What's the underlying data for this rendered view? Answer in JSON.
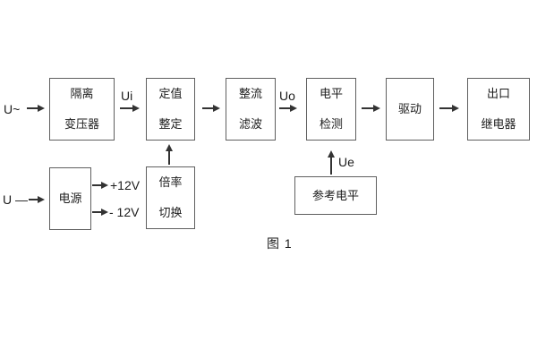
{
  "figure": {
    "caption": "图 1",
    "background_color": "#ffffff",
    "line_color": "#333333",
    "box_border_color": "#5f5f5f",
    "text_color": "#1c1c1c"
  },
  "labels": {
    "ac_input": "U~",
    "dc_input": "U —",
    "ui": "Ui",
    "uo": "Uo",
    "ue": "Ue",
    "pos_rail": "+12V",
    "neg_rail": "- 12V"
  },
  "blocks": {
    "isolation_transformer": {
      "line1": "隔离",
      "line2": "变压器"
    },
    "value_setting": {
      "line1": "定值",
      "line2": "整定"
    },
    "rectify_filter": {
      "line1": "整流",
      "line2": "滤波"
    },
    "level_detect": {
      "line1": "电平",
      "line2": "检测"
    },
    "driver": {
      "line1": "驱动"
    },
    "output_relay": {
      "line1": "出口",
      "line2": "继电器"
    },
    "power_supply": {
      "line1": "电源"
    },
    "ratio_switch": {
      "line1": "倍率",
      "line2": "切换"
    },
    "reference_level": {
      "line1": "参考电平"
    }
  }
}
